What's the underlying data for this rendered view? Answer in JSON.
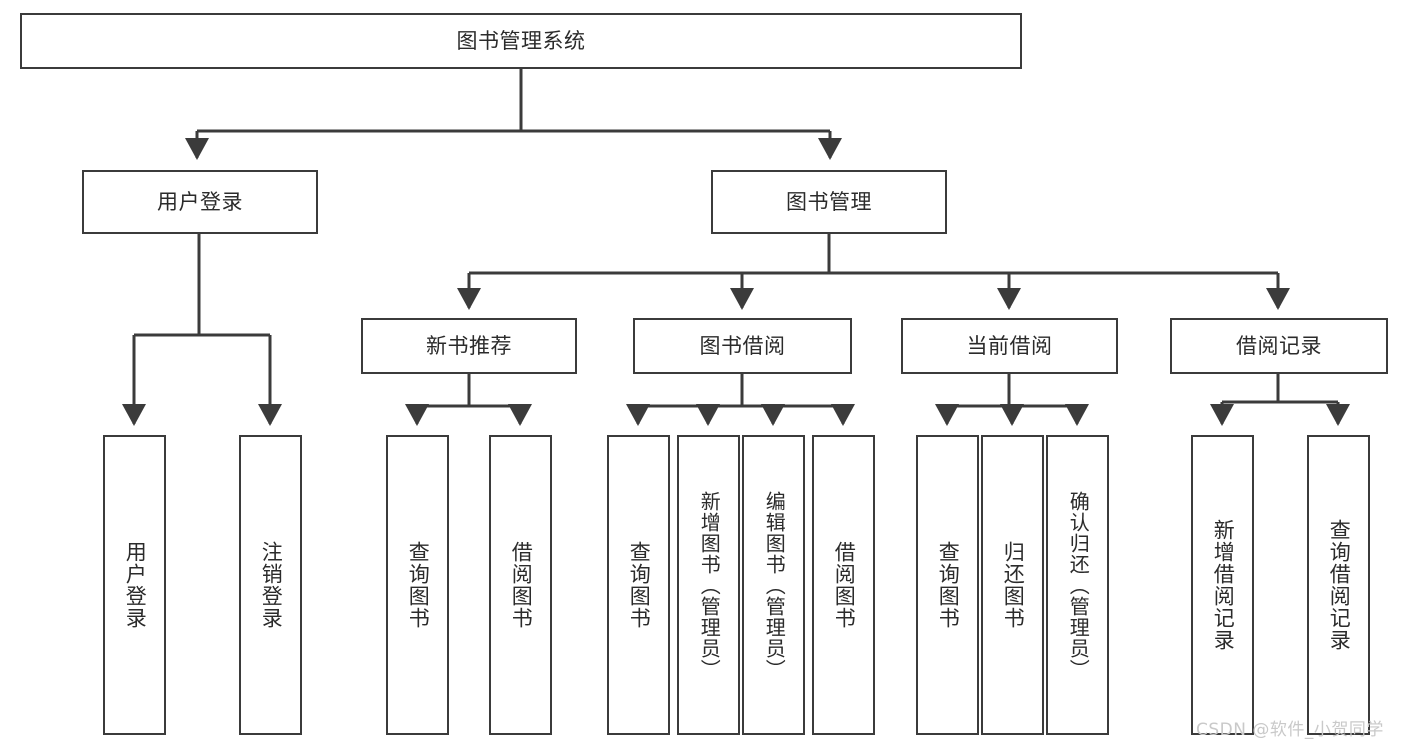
{
  "diagram": {
    "title_node": {
      "label": "图书管理系统"
    },
    "level2": [
      {
        "label": "用户登录"
      },
      {
        "label": "图书管理"
      }
    ],
    "level3": [
      {
        "label": "新书推荐"
      },
      {
        "label": "图书借阅"
      },
      {
        "label": "当前借阅"
      },
      {
        "label": "借阅记录"
      }
    ],
    "leaves": {
      "user_login": [
        {
          "label": "用户登录"
        },
        {
          "label": "注销登录"
        }
      ],
      "new_book_recommend": [
        {
          "label": "查询图书"
        },
        {
          "label": "借阅图书"
        }
      ],
      "book_borrow": [
        {
          "label": "查询图书"
        },
        {
          "label": "新增图书（管理员）"
        },
        {
          "label": "编辑图书（管理员）"
        },
        {
          "label": "借阅图书"
        }
      ],
      "current_borrow": [
        {
          "label": "查询图书"
        },
        {
          "label": "归还图书"
        },
        {
          "label": "确认归还（管理员）"
        }
      ],
      "borrow_record": [
        {
          "label": "新增借阅记录"
        },
        {
          "label": "查询借阅记录"
        }
      ]
    }
  },
  "watermark": {
    "text": "CSDN @软件_小贺同学"
  },
  "colors": {
    "stroke": "#3b3b3b",
    "fill": "#ffffff",
    "text": "#2b2b2b",
    "watermark": "#c9c9c9"
  }
}
